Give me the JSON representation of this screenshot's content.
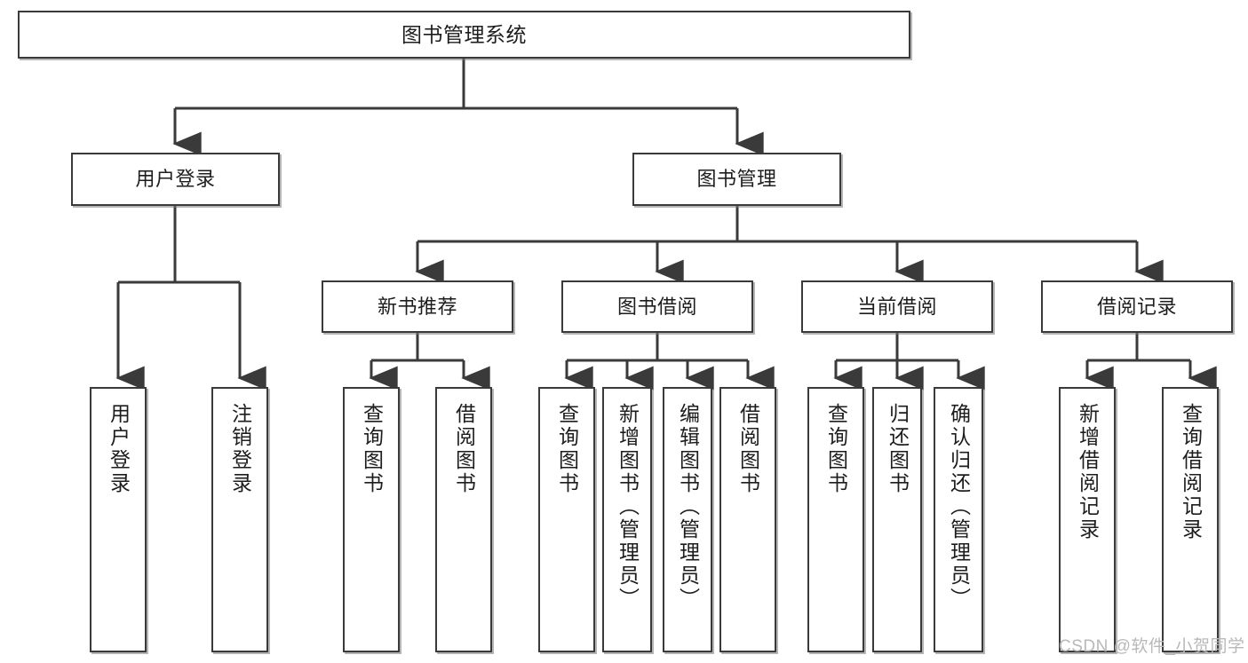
{
  "diagram": {
    "type": "tree",
    "title": "图书管理系统",
    "root": {
      "label": "图书管理系统"
    },
    "level1": [
      {
        "label": "用户登录"
      },
      {
        "label": "图书管理"
      }
    ],
    "level2": [
      {
        "label": "新书推荐"
      },
      {
        "label": "图书借阅"
      },
      {
        "label": "当前借阅"
      },
      {
        "label": "借阅记录"
      }
    ],
    "leaves": {
      "user_login": [
        {
          "label": "用户登录"
        },
        {
          "label": "注销登录"
        }
      ],
      "new_book_recommend": [
        {
          "label": "查询图书"
        },
        {
          "label": "借阅图书"
        }
      ],
      "book_borrow": [
        {
          "label": "查询图书"
        },
        {
          "label": "新增图书（管理员）"
        },
        {
          "label": "编辑图书（管理员）"
        },
        {
          "label": "借阅图书"
        }
      ],
      "current_borrow": [
        {
          "label": "查询图书"
        },
        {
          "label": "归还图书"
        },
        {
          "label": "确认归还（管理员）"
        }
      ],
      "borrow_record": [
        {
          "label": "新增借阅记录"
        },
        {
          "label": "查询借阅记录"
        }
      ]
    }
  },
  "watermark": {
    "text": "CSDN @软件_小贺同学"
  },
  "colors": {
    "border": "#3a3a3a",
    "background": "#ffffff",
    "text": "#1d1d1d",
    "watermark": "#b9b9b9"
  }
}
